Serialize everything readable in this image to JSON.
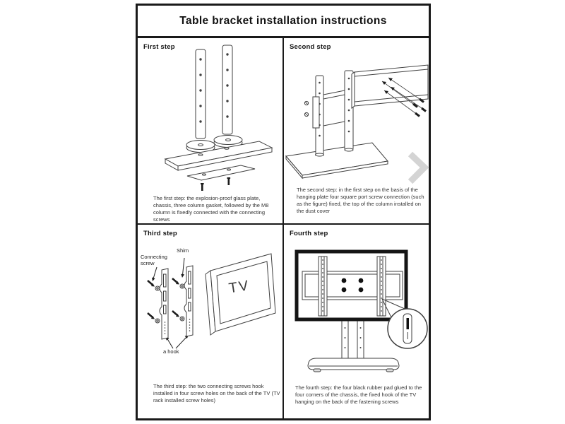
{
  "header": {
    "title": "Table bracket installation instructions"
  },
  "panels": [
    {
      "heading": "First step",
      "caption": "The first step: the explosion-proof glass plate, chassis, three column gasket, followed by the M8 column is fixedly connected with the connecting screws"
    },
    {
      "heading": "Second step",
      "caption": "The second step: in the first step on the basis of the hanging plate four square port screw connection (such as the figure) fixed, the top of the column installed on the dust cover"
    },
    {
      "heading": "Third step",
      "caption": "The third step: the two connecting screws hook installed in four screw holes on the back of the TV (TV rack installed screw holes)",
      "labels": {
        "connecting_screw": "Connecting screw",
        "shim": "Shim",
        "hook": "a hook"
      },
      "tv_label": "TV"
    },
    {
      "heading": "Fourth step",
      "caption": "The fourth step: the four black rubber pad glued to the four corners of the chassis, the fixed hook of the TV hanging on the back of the fastening screws"
    }
  ],
  "carousel": {
    "next_icon": "chevron-right"
  },
  "colors": {
    "border": "#1a1a1a",
    "line": "#3f3f3f",
    "text": "#333333",
    "chevron": "#d4d4d4"
  }
}
